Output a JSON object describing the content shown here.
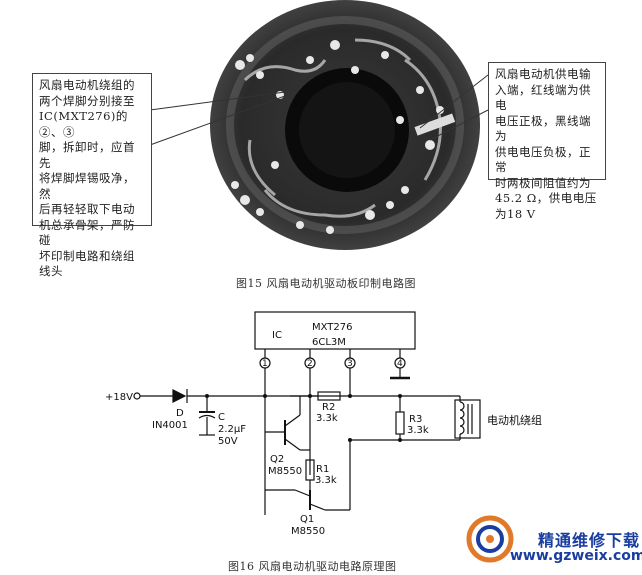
{
  "figure15": {
    "left_callout": [
      "风扇电动机绕组的",
      "两个焊脚分别接至",
      "IC(MXT276)的②、③",
      "脚，拆卸时，应首先",
      "将焊脚焊锡吸净，然",
      "后再轻轻取下电动",
      "机总承骨架，严防碰",
      "坏印制电路和绕组",
      "线头"
    ],
    "right_callout": [
      "风扇电动机供电输",
      "入端，红线端为供电",
      "电压正极，黑线端为",
      "供电电压负极，正常",
      "时两极间阻值约为",
      "45.2 Ω，供电电压",
      "为18 V"
    ],
    "caption": "图15  风扇电动机驱动板印制电路图"
  },
  "figure16": {
    "supply": "+18V",
    "ic_label": "IC",
    "ic_part": "MXT276",
    "ic_part2": "6CL3M",
    "pins": [
      "1",
      "2",
      "3",
      "4"
    ],
    "diode_ref": "D",
    "diode_part": "IN4001",
    "cap_ref": "C",
    "cap_value": "2.2μF",
    "cap_voltage": "50V",
    "r2_ref": "R2",
    "r2_value": "3.3k",
    "r3_ref": "R3",
    "r3_value": "3.3k",
    "r1_ref": "R1",
    "r1_value": "3.3k",
    "q2_ref": "Q2",
    "q2_part": "M8550",
    "q1_ref": "Q1",
    "q1_part": "M8550",
    "motor_label": "电动机绕组",
    "caption": "图16  风扇电动机驱动电路原理图"
  },
  "watermark": {
    "title": "精通维修下载",
    "url": "www.gzweix.com"
  }
}
